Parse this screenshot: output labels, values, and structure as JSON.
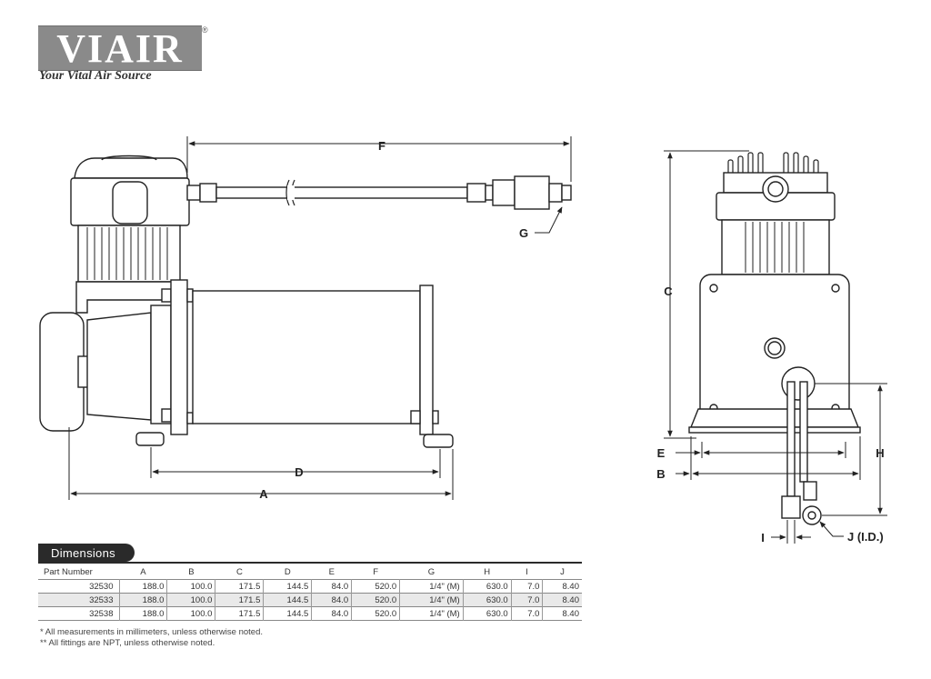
{
  "logo": {
    "word": "VIAIR",
    "reg": "®",
    "tagline": "Your Vital Air Source"
  },
  "drawing": {
    "labels": {
      "A": "A",
      "B": "B",
      "C": "C",
      "D": "D",
      "E": "E",
      "F": "F",
      "G": "G",
      "H": "H",
      "I": "I",
      "J": "J (I.D.)"
    }
  },
  "dimensions": {
    "title": "Dimensions",
    "headers": [
      "Part Number",
      "A",
      "B",
      "C",
      "D",
      "E",
      "F",
      "G",
      "H",
      "I",
      "J"
    ],
    "rows": [
      [
        "32530",
        "188.0",
        "100.0",
        "171.5",
        "144.5",
        "84.0",
        "520.0",
        "1/4\" (M)",
        "630.0",
        "7.0",
        "8.40"
      ],
      [
        "32533",
        "188.0",
        "100.0",
        "171.5",
        "144.5",
        "84.0",
        "520.0",
        "1/4\" (M)",
        "630.0",
        "7.0",
        "8.40"
      ],
      [
        "32538",
        "188.0",
        "100.0",
        "171.5",
        "144.5",
        "84.0",
        "520.0",
        "1/4\" (M)",
        "630.0",
        "7.0",
        "8.40"
      ]
    ]
  },
  "footnotes": [
    "* All measurements in millimeters, unless otherwise noted.",
    "** All fittings are NPT, unless otherwise noted."
  ]
}
